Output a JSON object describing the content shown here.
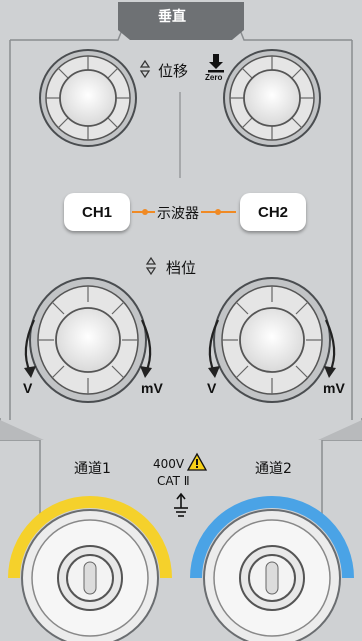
{
  "header": {
    "title": "垂直"
  },
  "position": {
    "label": "位移",
    "zero_label": "Zero"
  },
  "buttons": {
    "ch1": "CH1",
    "ch2": "CH2",
    "center_label": "示波器"
  },
  "scale": {
    "label": "档位",
    "v_left": "V",
    "mv_left": "mV",
    "v_right": "V",
    "mv_right": "mV"
  },
  "inputs": {
    "ch1_label": "通道1",
    "ch2_label": "通道2",
    "rating_voltage": "400V",
    "rating_cat": "CAT Ⅱ"
  },
  "colors": {
    "ch1": "#f5d12b",
    "ch2": "#4aa3e6",
    "accent_line": "#f08a24",
    "warning": "#f7d117"
  },
  "icons": [
    "updown-arrows-icon",
    "zero-down-arrow-icon",
    "warning-icon",
    "ground-icon",
    "knob-icon",
    "bnc-connector-icon"
  ]
}
